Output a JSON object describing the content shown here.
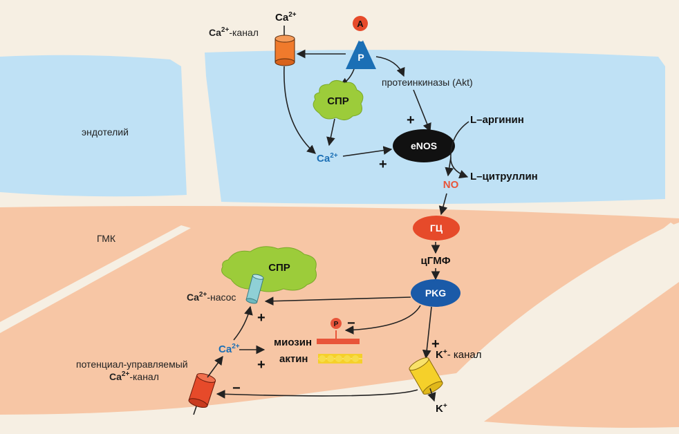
{
  "regions": {
    "endothelium": "эндотелий",
    "smooth_muscle": "ГМК"
  },
  "endothelium": {
    "ca_ion": "Ca",
    "ca_ion_sup": "2+",
    "ca_channel_base": "Ca",
    "ca_channel_sup": "2+",
    "ca_channel_rest": "-канал",
    "agonist": "A",
    "receptor": "P",
    "akt": "протеинкиназы (Akt)",
    "spr": "СПР",
    "ca_inner": "Ca",
    "ca_inner_sup": "2+",
    "enos": "eNOS",
    "arginine": "L–аргинин",
    "citrulline": "L–цитруллин",
    "no": "NO",
    "plus_akt": "+",
    "plus_ca": "+"
  },
  "smc": {
    "gc": "ГЦ",
    "cgmp": "цГМФ",
    "pkg": "PKG",
    "spr": "СПР",
    "pump_base": "Ca",
    "pump_sup": "2+",
    "pump_rest": "-насос",
    "ca": "Ca",
    "ca_sup": "2+",
    "myosin": "миозин",
    "actin": "актин",
    "phospho": "P",
    "vgc_line1": "потенциал-управляемый",
    "vgc_base": "Ca",
    "vgc_sup": "2+",
    "vgc_rest": "-канал",
    "k_channel_base": "K",
    "k_channel_sup": "+",
    "k_channel_rest": "- канал",
    "k_out": "K",
    "k_out_sup": "+",
    "plus_pump": "+",
    "plus_actin": "+",
    "plus_k": "+",
    "minus_myosin": "−",
    "minus_vgc": "−"
  },
  "colors": {
    "endothelium_fill": "#bfe1f5",
    "smc_fill": "#f7c6a5",
    "background": "#f6efe3",
    "channel_orange": "#f07a2c",
    "receptor_blue": "#1b6fb5",
    "spr_green": "#9ccc3a",
    "enos_black": "#111111",
    "no_red": "#e8553a",
    "gc_red": "#e64a2a",
    "pkg_blue": "#1a5aa8",
    "pump_teal": "#8fd0d6",
    "myosin_red": "#e8553a",
    "actin_yellow": "#f5d02a",
    "k_channel_yellow": "#f5d02a"
  }
}
